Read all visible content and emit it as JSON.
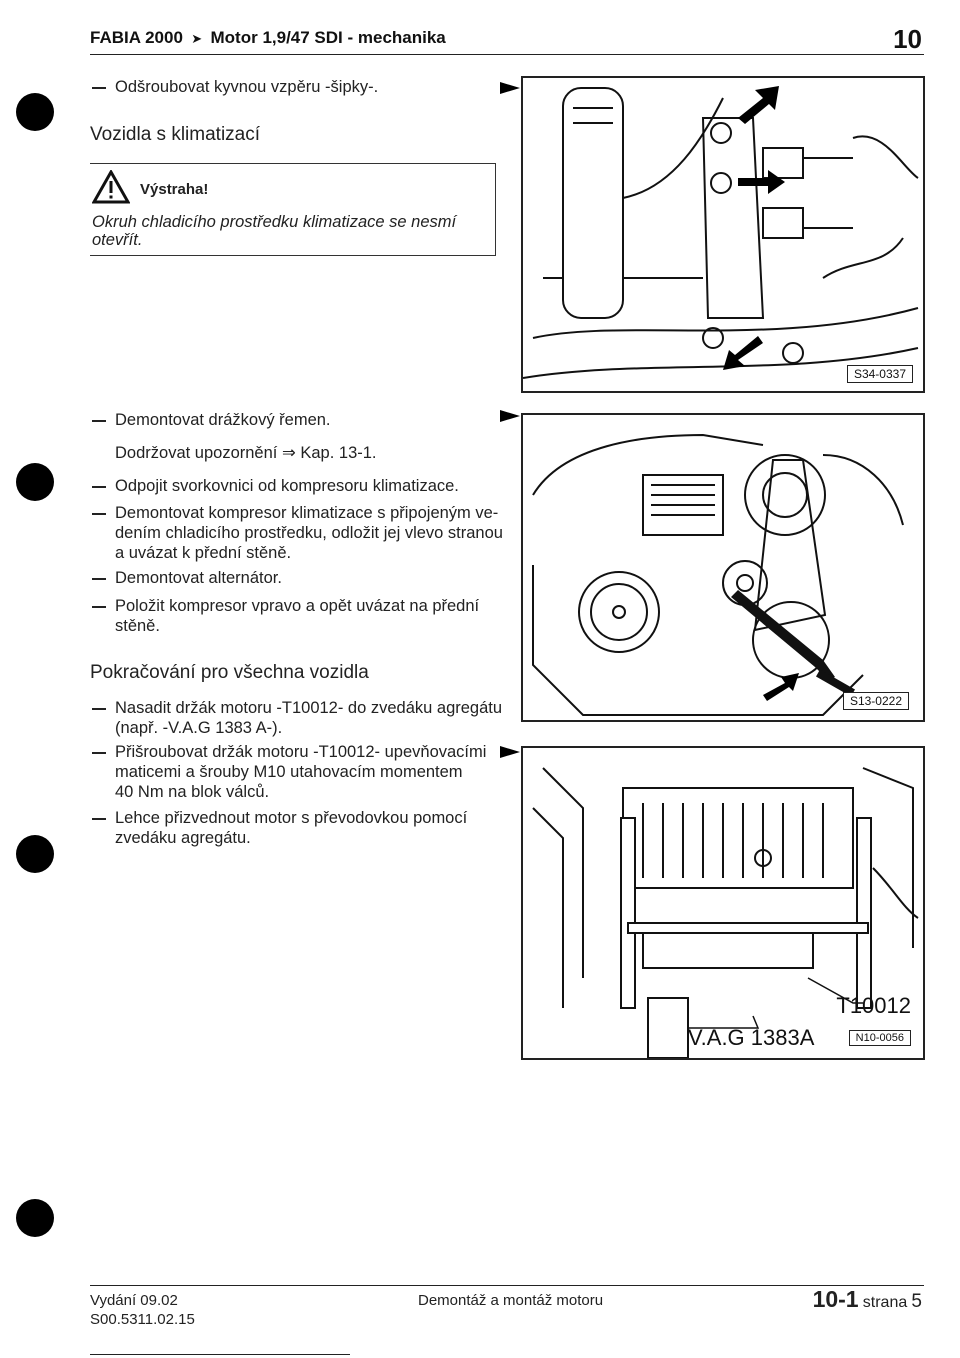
{
  "header": {
    "title_left": "FABIA 2000",
    "title_right": "Motor 1,9/47 SDI - mechanika",
    "chapter": "10"
  },
  "section1": {
    "step_bracket": "Odšroubovat kyvnou vzpěru -šipky-.",
    "heading_ac": "Vozidla s klimatizací",
    "warning_title": "Výstraha!",
    "warning_text_line1": "Okruh chladicího prostředku klimatizace se nesmí",
    "warning_text_line2": "otevřít."
  },
  "section2": {
    "step1": "Demontovat drážkový řemen.",
    "note_prefix": "Dodržovat upozornění",
    "note_arrow": "⇒",
    "note_ref": "Kap. 13-1.",
    "step2": "Odpojit svorkovnici od kompresoru klimatizace.",
    "step3_line1": "Demontovat kompresor klimatizace s připojeným ve-",
    "step3_line2": "dením chladicího prostředku, odložit jej vlevo stranou",
    "step3_line3": "a uvázat k přední stěně.",
    "step4": "Demontovat alternátor.",
    "step5_line1": "Položit kompresor vpravo a opět uvázat na přední",
    "step5_line2": "stěně."
  },
  "section3": {
    "heading": "Pokračování pro všechna vozidla",
    "step1_line1": "Nasadit držák motoru -T10012- do zvedáku agregátu",
    "step1_line2": "(např. -V.A.G 1383 A-).",
    "step2_line1": "Přišroubovat držák motoru -T10012- upevňovacími",
    "step2_line2": "maticemi a šrouby M10 utahovacím momentem",
    "step2_line3": "40 Nm na blok válců.",
    "step3_line1": "Lehce přizvednout motor s převodovkou pomocí",
    "step3_line2": "zvedáku agregátu."
  },
  "figures": {
    "fig1_tag": "S34-0337",
    "fig2_tag": "S13-0222",
    "fig3_tag": "N10-0056",
    "fig3_label_tool": "T10012",
    "fig3_label_jack": "V.A.G 1383A"
  },
  "footer": {
    "edition": "Vydání 09.02",
    "doc_number": "S00.5311.02.15",
    "center": "Demontáž a montáž motoru",
    "page_ref": "10-1",
    "page_word": "strana",
    "page_num": "5"
  }
}
